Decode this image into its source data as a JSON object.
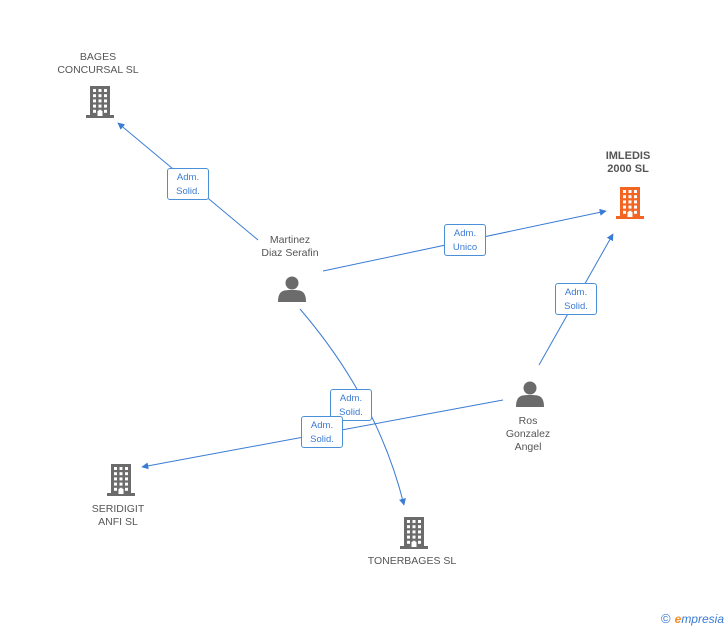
{
  "nodes": [
    {
      "id": "bages",
      "type": "company",
      "label": "BAGES\nCONCURSAL SL",
      "color": "#6b6b6b"
    },
    {
      "id": "imledis",
      "type": "company",
      "label": "IMLEDIS\n2000 SL",
      "color": "#f26522",
      "focus": true
    },
    {
      "id": "martinez",
      "type": "person",
      "label": "Martinez\nDiaz Serafin",
      "color": "#6b6b6b"
    },
    {
      "id": "ros",
      "type": "person",
      "label": "Ros\nGonzalez\nAngel",
      "color": "#6b6b6b"
    },
    {
      "id": "seridigit",
      "type": "company",
      "label": "SERIDIGIT\nANFI SL",
      "color": "#6b6b6b"
    },
    {
      "id": "tonerbages",
      "type": "company",
      "label": "TONERBAGES SL",
      "color": "#6b6b6b"
    }
  ],
  "edges": [
    {
      "from": "martinez",
      "to": "bages",
      "label1": "Adm.",
      "label2": "Solid."
    },
    {
      "from": "martinez",
      "to": "imledis",
      "label1": "Adm.",
      "label2": "Unico"
    },
    {
      "from": "ros",
      "to": "imledis",
      "label1": "Adm.",
      "label2": "Solid."
    },
    {
      "from": "martinez",
      "to": "tonerbages",
      "label1": "Adm.",
      "label2": "Solid."
    },
    {
      "from": "ros",
      "to": "seridigit",
      "label1": "Adm.",
      "label2": "Solid."
    }
  ],
  "edge_color": "#3a7bd5",
  "watermark": {
    "copyright": "©",
    "brand_initial": "e",
    "brand_rest": "mpresia"
  }
}
